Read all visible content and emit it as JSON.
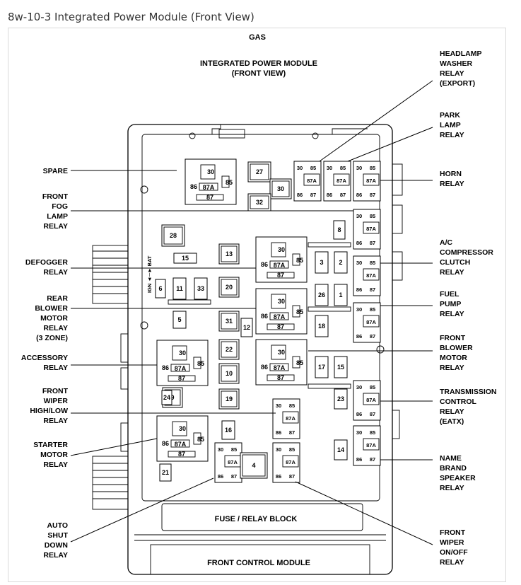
{
  "caption": "8w-10-3 Integrated Power Module (Front View)",
  "header": "GAS",
  "title": [
    "INTEGRATED POWER MODULE",
    "(FRONT VIEW)"
  ],
  "footer_labels": {
    "fuse_block": "FUSE / RELAY BLOCK",
    "fcm": "FRONT CONTROL MODULE"
  },
  "ign_bat": "IGN ◄─► BAT",
  "left_labels": [
    {
      "id": "spare",
      "lines": [
        "SPARE"
      ]
    },
    {
      "id": "front-fog",
      "lines": [
        "FRONT",
        "FOG",
        "LAMP",
        "RELAY"
      ]
    },
    {
      "id": "defogger",
      "lines": [
        "DEFOGGER",
        "RELAY"
      ]
    },
    {
      "id": "rear-blower",
      "lines": [
        "REAR",
        "BLOWER",
        "MOTOR",
        "RELAY",
        "(3 ZONE)"
      ]
    },
    {
      "id": "accessory",
      "lines": [
        "ACCESSORY",
        "RELAY"
      ]
    },
    {
      "id": "front-wiper-hl",
      "lines": [
        "FRONT",
        "WIPER",
        "HIGH/LOW",
        "RELAY"
      ]
    },
    {
      "id": "starter",
      "lines": [
        "STARTER",
        "MOTOR",
        "RELAY"
      ]
    },
    {
      "id": "asd",
      "lines": [
        "AUTO",
        "SHUT",
        "DOWN",
        "RELAY"
      ]
    }
  ],
  "right_labels": [
    {
      "id": "headlamp-washer",
      "lines": [
        "HEADLAMP",
        "WASHER",
        "RELAY",
        "(EXPORT)"
      ]
    },
    {
      "id": "park-lamp",
      "lines": [
        "PARK",
        "LAMP",
        "RELAY"
      ]
    },
    {
      "id": "horn",
      "lines": [
        "HORN",
        "RELAY"
      ]
    },
    {
      "id": "ac-clutch",
      "lines": [
        "A/C",
        "COMPRESSOR",
        "CLUTCH",
        "RELAY"
      ]
    },
    {
      "id": "fuel-pump",
      "lines": [
        "FUEL",
        "PUMP",
        "RELAY"
      ]
    },
    {
      "id": "front-blower",
      "lines": [
        "FRONT",
        "BLOWER",
        "MOTOR",
        "RELAY"
      ]
    },
    {
      "id": "transmission",
      "lines": [
        "TRANSMISSION",
        "CONTROL",
        "RELAY",
        "(EATX)"
      ]
    },
    {
      "id": "name-brand",
      "lines": [
        "NAME",
        "BRAND",
        "SPEAKER",
        "RELAY"
      ]
    },
    {
      "id": "front-wiper-onoff",
      "lines": [
        "FRONT",
        "WIPER",
        "ON/OFF",
        "RELAY"
      ]
    }
  ],
  "fuses": [
    "27",
    "30",
    "32",
    "28",
    "13",
    "15",
    "20",
    "11",
    "33",
    "6",
    "5",
    "31",
    "12",
    "22",
    "10",
    "9",
    "19",
    "24",
    "16",
    "21",
    "4",
    "8",
    "3",
    "2",
    "26",
    "1",
    "18",
    "17",
    "15",
    "23",
    "14"
  ],
  "pins": {
    "p30": "30",
    "p85": "85",
    "p86": "86",
    "p87": "87",
    "p87a": "87A"
  }
}
